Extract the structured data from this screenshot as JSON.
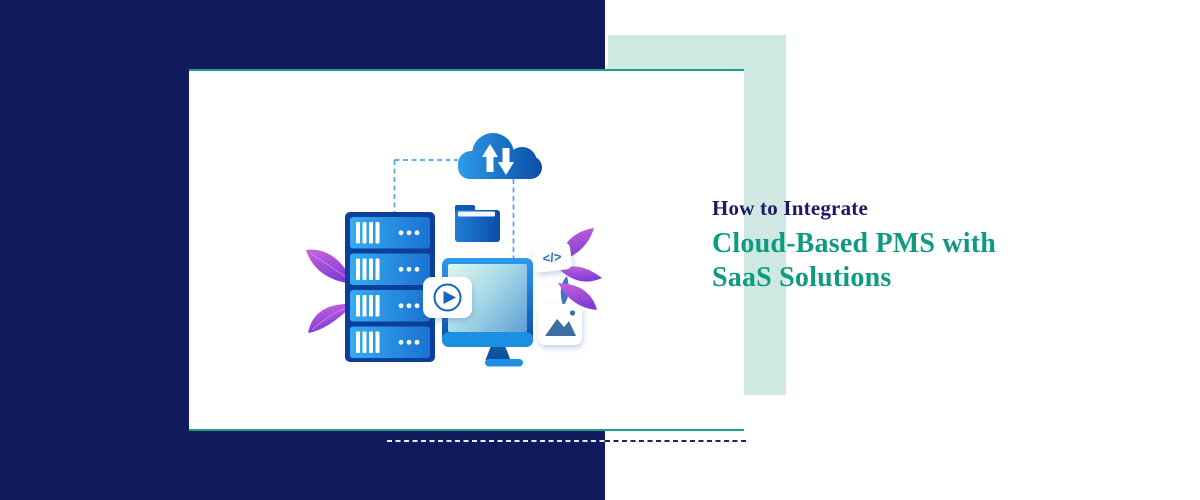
{
  "banner": {
    "pretitle": "How to Integrate",
    "title_line1": "Cloud-Based PMS with",
    "title_line2": "SaaS Solutions"
  },
  "illustration": {
    "code_icon_glyph": "</>",
    "icons": [
      "cloud-sync-icon",
      "upload-arrow-icon",
      "download-arrow-icon",
      "folder-icon",
      "server-rack-icon",
      "monitor-icon",
      "play-button-icon",
      "code-icon",
      "image-icon",
      "leaf-decoration",
      "dashed-connector"
    ]
  },
  "colors": {
    "navy_background": "#101A5C",
    "mint_accent": "#CFE8E1",
    "teal_border_line": "#18A189",
    "pretitle_navy": "#1C1A66",
    "title_teal": "#0E9B82",
    "connector_blue": "#55A0E6",
    "illustration_blue_light": "#38ABF2",
    "illustration_blue_dark": "#0B3F99",
    "leaf_purple_light": "#C964DD",
    "leaf_purple_dark": "#7F3BD4",
    "dash_on_navy": "#E9EBF6",
    "dash_on_white": "#1B2370"
  }
}
